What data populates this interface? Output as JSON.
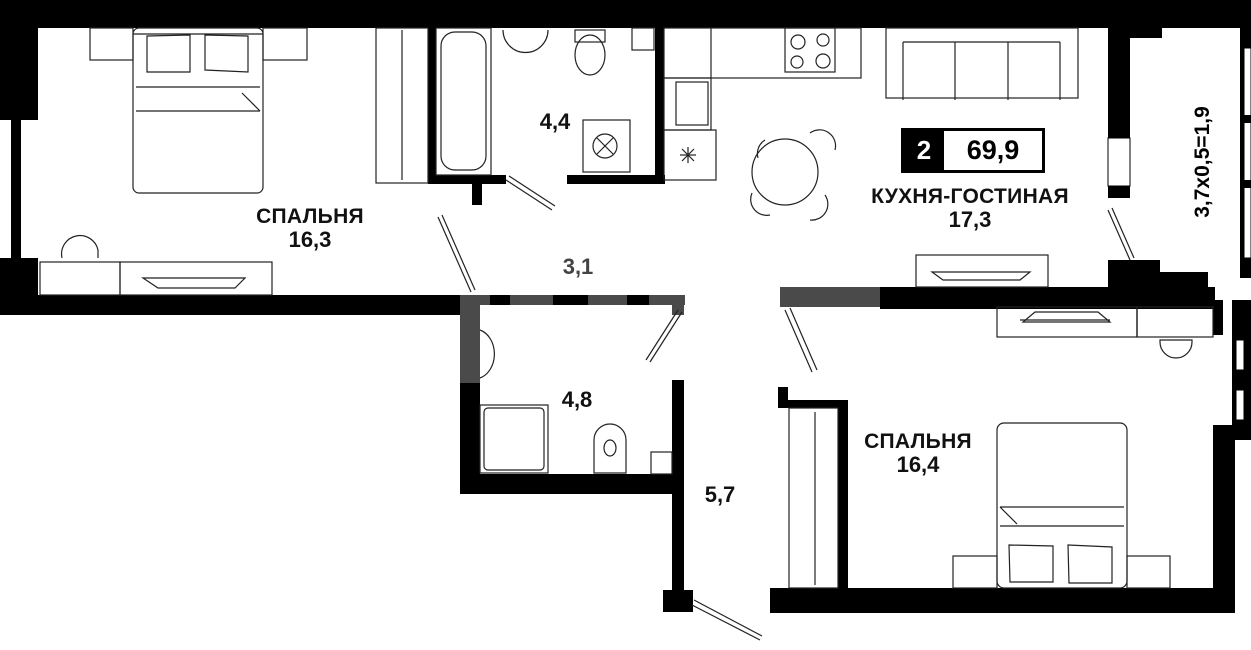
{
  "apartment": {
    "rooms_count": "2",
    "total_area": "69,9"
  },
  "rooms": {
    "bedroom_1": {
      "name": "СПАЛЬНЯ",
      "area": "16,3"
    },
    "bathroom_1": {
      "name": "",
      "area": "4,4"
    },
    "kitchen_living": {
      "name": "КУХНЯ-ГОСТИНАЯ",
      "area": "17,3"
    },
    "balcony": {
      "label": "3,7x0,5=1,9"
    },
    "corridor": {
      "area": "3,1"
    },
    "bathroom_2": {
      "area": "4,8"
    },
    "hallway": {
      "area": "5,7"
    },
    "bedroom_2": {
      "name": "СПАЛЬНЯ",
      "area": "16,4"
    }
  },
  "colors": {
    "wall": "#000000",
    "background": "#ffffff",
    "furniture_stroke": "#222222",
    "watermark_gray": "#4a4a4a"
  }
}
